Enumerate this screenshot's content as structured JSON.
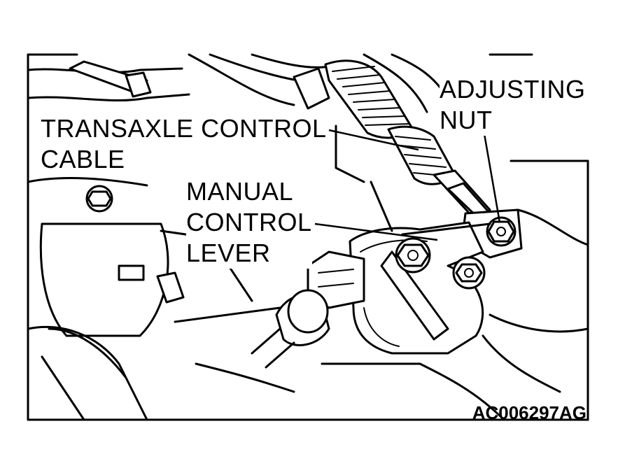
{
  "labels": {
    "transaxle_cable_line1": "TRANSAXLE CONTROL",
    "transaxle_cable_line2": "CABLE",
    "manual_lever_line1": "MANUAL",
    "manual_lever_line2": "CONTROL",
    "manual_lever_line3": "LEVER",
    "adjusting_nut_line1": "ADJUSTING",
    "adjusting_nut_line2": "NUT"
  },
  "figure_id": "AC006297AG",
  "colors": {
    "line": "#000000",
    "background": "#ffffff"
  }
}
